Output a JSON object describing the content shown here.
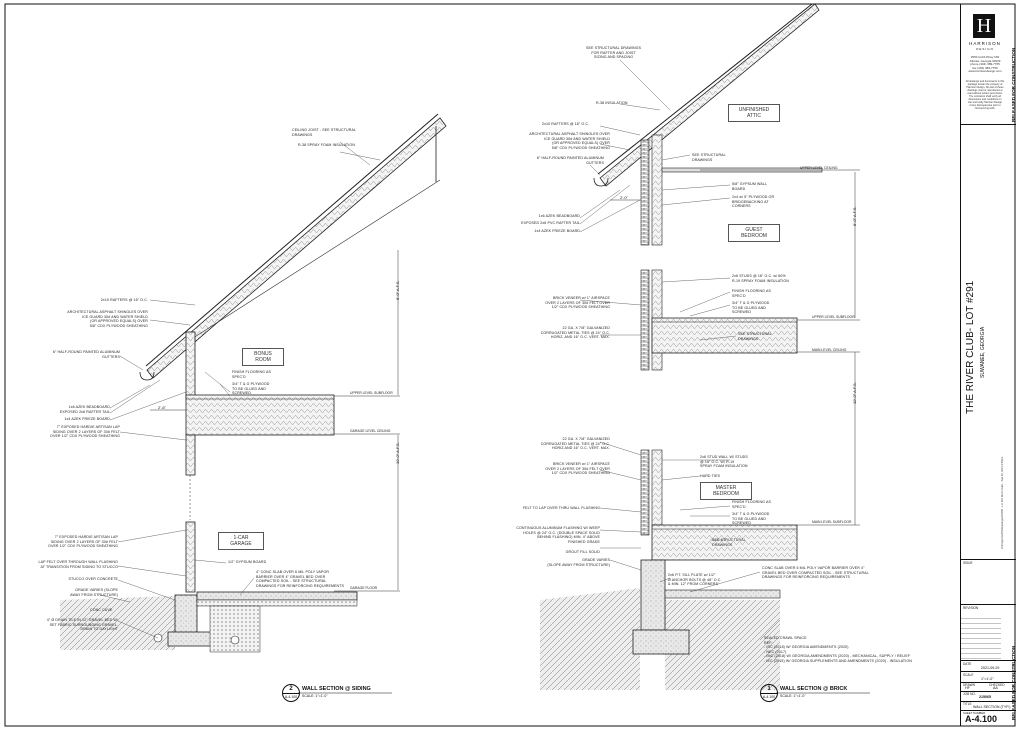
{
  "left_section": {
    "notes": [
      "CEILING JOIST - SEE STRUCTURAL\nDRAWINGS",
      "R-38 SPRAY FOAM INSULATION",
      "2x10 RAFTERS @ 16\" O.C.",
      "ARCHITECTURAL ASPHALT SHINGLES OVER\nICE GUARD 30# AND WATER SHIELD\n(OR APPROVED EQUALS) OVER\n5/8\" CDX PLYWOOD SHEATHING",
      "6\" HALF-ROUND PAINTED ALUMINUM\nGUTTERS",
      "1x6 AZEK BEADBOARD",
      "EXPOSED 2x6 RAFTER TAIL",
      "1x4 AZEK FRIEZE BOARD",
      "7\" EXPOSED HARDIE ARTISAN LAP\nSIDING OVER 2 LAYERS OF 30# FELT\nOVER 1/2\" CDX PLYWOOD SHEATHING",
      "FINISH FLOORING AS\nSPEC'D",
      "3/4\" T & G PLYWOOD\nTO BE GLUED AND\nSCREWED",
      "7\" EXPOSED HARDIE ARTISAN LAP\nSIDING OVER 2 LAYERS OF 30# FELT\nOVER 1/2\" CDX PLYWOOD SHEATHING",
      "LAP FELT OVER THROUGH WALL FLASHING\nAT TRANSITION FROM SIDING TO STUCCO",
      "STUCCO OVER CONCRETE",
      "GRADE VARIES (SLOPE\nAWAY FROM STRUCTURE)",
      "CONC CUVE",
      "4\" Ø DRAIN TILE IN 12\" GRAVEL BED W/\nSET FABRIC SURROUNDING GRAVEL.\nDRAIN TO DAYLIGHT",
      "1/2\" GYPSUM BOARD",
      "4\" CONC SLAB OVER 6 MIL POLY VAPOR\nBARRIER OVER 4\" GRAVEL BED OVER\nCOMPACTED SOIL - SEE STRUCTURAL\nDRAWINGS FOR REINFORCING REQUIREMENTS"
    ],
    "rooms": [
      "BONUS\nROOM",
      "1-CAR\nGARAGE"
    ],
    "levels": [
      "UPPER LEVEL SUBFLOOR",
      "GARAGE LEVEL CEILING",
      "GARAGE FLOOR"
    ],
    "dims": [
      "8'-0\" A.F.S.",
      "10'-0\" A.F.S.",
      "2'-6\""
    ],
    "bubble": {
      "number": "2",
      "ref": "A-4.100"
    },
    "title": "WALL SECTION @ SIDING",
    "scale": "SCALE: 1\"=1'-0\""
  },
  "right_section": {
    "notes": [
      "SEE STRUCTURAL DRAWINGS\nFOR RAFTER AND JOIST\nSIZING AND SPACING",
      "R-38 INSULATION",
      "2x10 RAFTERS @ 16\" O.C.",
      "ARCHITECTURAL ASPHALT SHINGLES OVER\nICE GUARD 30# AND WATER SHIELD\n(OR APPROVED EQUALS) OVER\n5/8\" CDX PLYWOOD SHEATHING",
      "6\" HALF-ROUND PAINTED ALUMINUM\nGUTTERS",
      "1x6 AZEK BEADBOARD",
      "EXPOSED 2x6 PVC RAFTER TAIL",
      "1x4 AZEK FRIEZE BOARD",
      "SEE STRUCTURAL\nDRAWINGS",
      "5/8\" GYPSUM WALL\nBOARD",
      "2x4 w/ 5\" PLYWOOD OR\nBRIDGEBACKING AT\nCORNERS",
      "2x6 STUDS @ 16\" O.C. w/ 60%\nR-19 SPRAY FOAM INSULATION",
      "BRICK VENEER w/ 1\" AIRSPACE\nOVER 2 LAYERS OF 30# FELT OVER\n1/2\" CDX PLYWOOD SHEATHING",
      "FINISH FLOORING AS\nSPEC'D",
      "3/4\" T & G PLYWOOD\nTO BE GLUED AND\nSCREWED",
      "22 GA. X 7/8\" GALVANIZED\nCORRUGATED METAL TIES @ 24\" O.C.\nHORIZ. AND 16\" O.C. VERT. MAX.",
      "SEE STRUCTURAL\nDRAWINGS",
      "22 GA. X 7/8\" GALVANIZED\nCORRUGATED METAL TIES @ 24\" O.C.\nHORIZ AND 16\" O.C. VERT. MAX.",
      "2x6 STUD WALL W/ STUDS\n@ 16\" O.C. W/ R-19\nSPRAY FOAM INSULATION",
      "BRICK VENEER w/ 1\" AIRSPACE\nOVER 2 LAYERS OF 30# FELT OVER\n1/2\" CDX PLYWOOD SHEATHING",
      "HARD TIES",
      "FINISH FLOORING AS\nSPEC'D",
      "3/4\" T & G PLYWOOD\nTO BE GLUED AND\nSCREWED",
      "FELT TO LAP OVER THRU WALL FLASHING",
      "CONTINUOUS ALUMINUM FLASHING W/ WEEP\nHOLES @ 24\" O.C. (DOUBLE SPACE SOLID\nBEHIND FLASHING) MIN. 4\" ABOVE\nFINISHED GRADE",
      "SEE STRUCTURAL\nDRAWINGS",
      "GROUT FILL SOLID",
      "GRADE VARIES\n(SLOPE AWAY FROM STRUCTURE)",
      "CONC SLAB OVER 6 MIL POLY VAPOR BARRIER OVER 4\"\nGRAVEL BED OVER COMPACTED SOIL - SEE STRUCTURAL\nDRAWINGS FOR REINFORCING REQUIREMENTS",
      "2x6 P.T. SILL PLATE w/ 1/2\"\nØ ANCHOR BOLTS @ 48\" O.C.\n& MIN. 12\" FROM CORNERS",
      "SEALED CRAWL SPACE\nREF:\n- IRC (2018) W/ GEORGIA AMENDMENTS (2020)\n- NEC (2017)\n- IMC (2018) W/ GEORGIA AMENDMENTS (2020) - MECHANICAL, SUPPLY / RELIEF\n- IEC (2015) W/ GEORGIA SUPPLEMENTS AND AMENDMENTS (2020) - INSULATION"
    ],
    "rooms": [
      "UNFINISHED\nATTIC",
      "GUEST\nBEDROOM",
      "MASTER\nBEDROOM"
    ],
    "levels": [
      "UPPER LEVEL CEILING",
      "UPPER LEVEL SUBFLOOR",
      "MAIN LEVEL CEILING",
      "MAIN LEVEL SUBFLOOR"
    ],
    "dims": [
      "8'-0\" A.F.S.",
      "10'-0\" A.F.S.",
      "2'-0\""
    ],
    "bubble": {
      "number": "1",
      "ref": "A-4.100"
    },
    "title": "WALL SECTION @ BRICK",
    "scale": "SCALE: 1\"=1'-0\""
  },
  "title_block": {
    "logo_letter": "H",
    "firm_name": "HARRISON",
    "firm_sub": "DESIGN",
    "address": "2550 Cobb Pkwy NW\nAtlanta, Georgia 30339\nphone (404) 389-7765\nfax (404) 389-7756\nwww.harrisondesign.com",
    "legal": "All drawings and documents in this\npackage remain the property of\nHarrison Design. No part of these\ndrawings may be reproduced or\nused without written permission.\nThe contractor shall verify all\ndimensions and conditions on\nsite and notify Harrison Design\nof any discrepancies prior to\ncommencing work.",
    "release_top": "RELEASED FOR CONSTRUCTION",
    "project": "THE RIVER CLUB- LOT #291",
    "location": "SUWANEE, GEORGIA",
    "filepath": "H:\\Projects\\2150\\Drawings\\215065 - Lot 291 River Club\\...   Sep 29, 2021 3:35pm",
    "issues_label": "ISSUE",
    "revision_label": "REVISION",
    "rows": [
      {
        "label": "DATE",
        "value": "2021-09-29"
      },
      {
        "label": "SCALE",
        "value": "1\"=1'-0\""
      },
      {
        "label": "DRAWN",
        "value": "HF"
      },
      {
        "label": "CHECKED",
        "value": "AA"
      },
      {
        "label": "JOB NO.",
        "value": "215065"
      },
      {
        "label": "TITLE",
        "value": "WALL SECTION (TYP.)"
      }
    ],
    "sheet_label": "SHEET NUMBER",
    "sheet_number": "A-4.100",
    "release_bottom": "RELEASED FOR CONSTRUCTION"
  }
}
